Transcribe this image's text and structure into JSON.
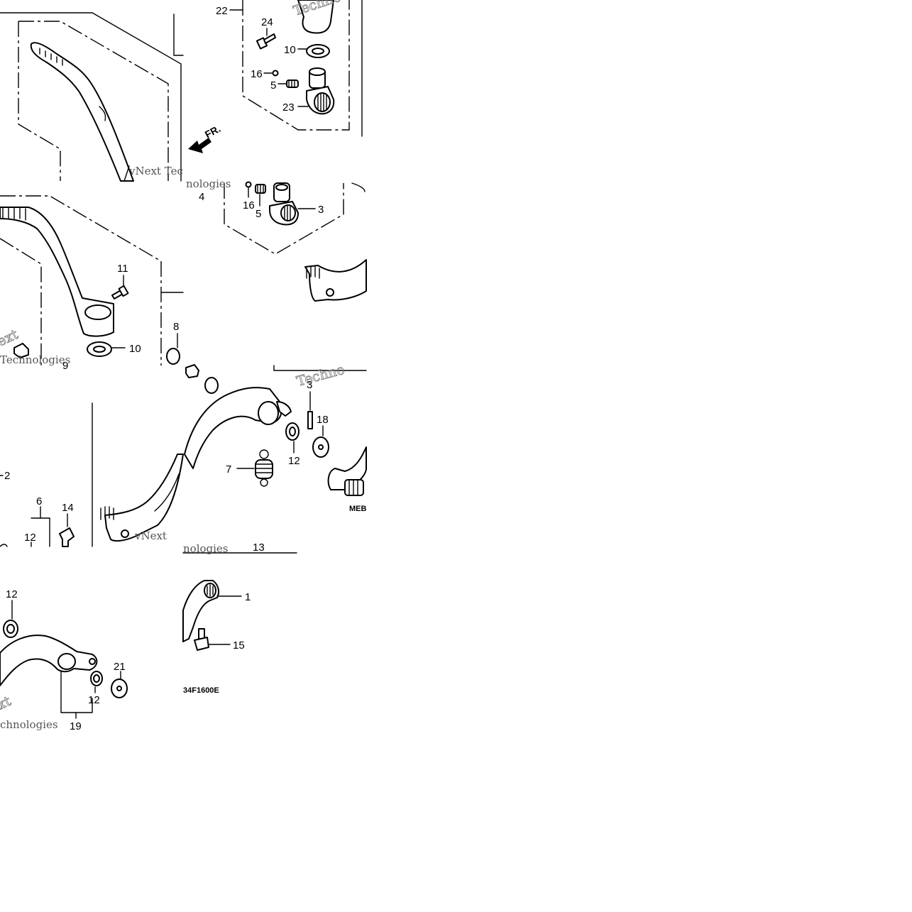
{
  "diagram": {
    "callouts": [
      {
        "id": "c22",
        "text": "22"
      },
      {
        "id": "c24",
        "text": "24"
      },
      {
        "id": "c10a",
        "text": "10"
      },
      {
        "id": "c16a",
        "text": "16"
      },
      {
        "id": "c5a",
        "text": "5"
      },
      {
        "id": "c23",
        "text": "23"
      },
      {
        "id": "c4",
        "text": "4"
      },
      {
        "id": "c16b",
        "text": "16"
      },
      {
        "id": "c5b",
        "text": "5"
      },
      {
        "id": "c3a",
        "text": "3"
      },
      {
        "id": "c11",
        "text": "11"
      },
      {
        "id": "c10b",
        "text": "10"
      },
      {
        "id": "c8",
        "text": "8"
      },
      {
        "id": "c9",
        "text": "9"
      },
      {
        "id": "c3b",
        "text": "3"
      },
      {
        "id": "c18",
        "text": "18"
      },
      {
        "id": "c12a",
        "text": "12"
      },
      {
        "id": "c7",
        "text": "7"
      },
      {
        "id": "c2",
        "text": "2"
      },
      {
        "id": "c6",
        "text": "6"
      },
      {
        "id": "c14",
        "text": "14"
      },
      {
        "id": "c12b",
        "text": "12"
      },
      {
        "id": "c13",
        "text": "13"
      },
      {
        "id": "c12c",
        "text": "12"
      },
      {
        "id": "c1",
        "text": "1"
      },
      {
        "id": "c15",
        "text": "15"
      },
      {
        "id": "c21",
        "text": "21"
      },
      {
        "id": "c12d",
        "text": "12"
      },
      {
        "id": "c19",
        "text": "19"
      }
    ],
    "fr_label": "FR.",
    "code_fragments": {
      "upper": "MEB",
      "lower": "34F1600E"
    },
    "watermark_fragments": [
      "Techno",
      "vNext Tec",
      "nologies",
      "ext",
      "Technologies",
      "Techno",
      "vNext",
      "nologies",
      "xt",
      "chnologies"
    ]
  }
}
